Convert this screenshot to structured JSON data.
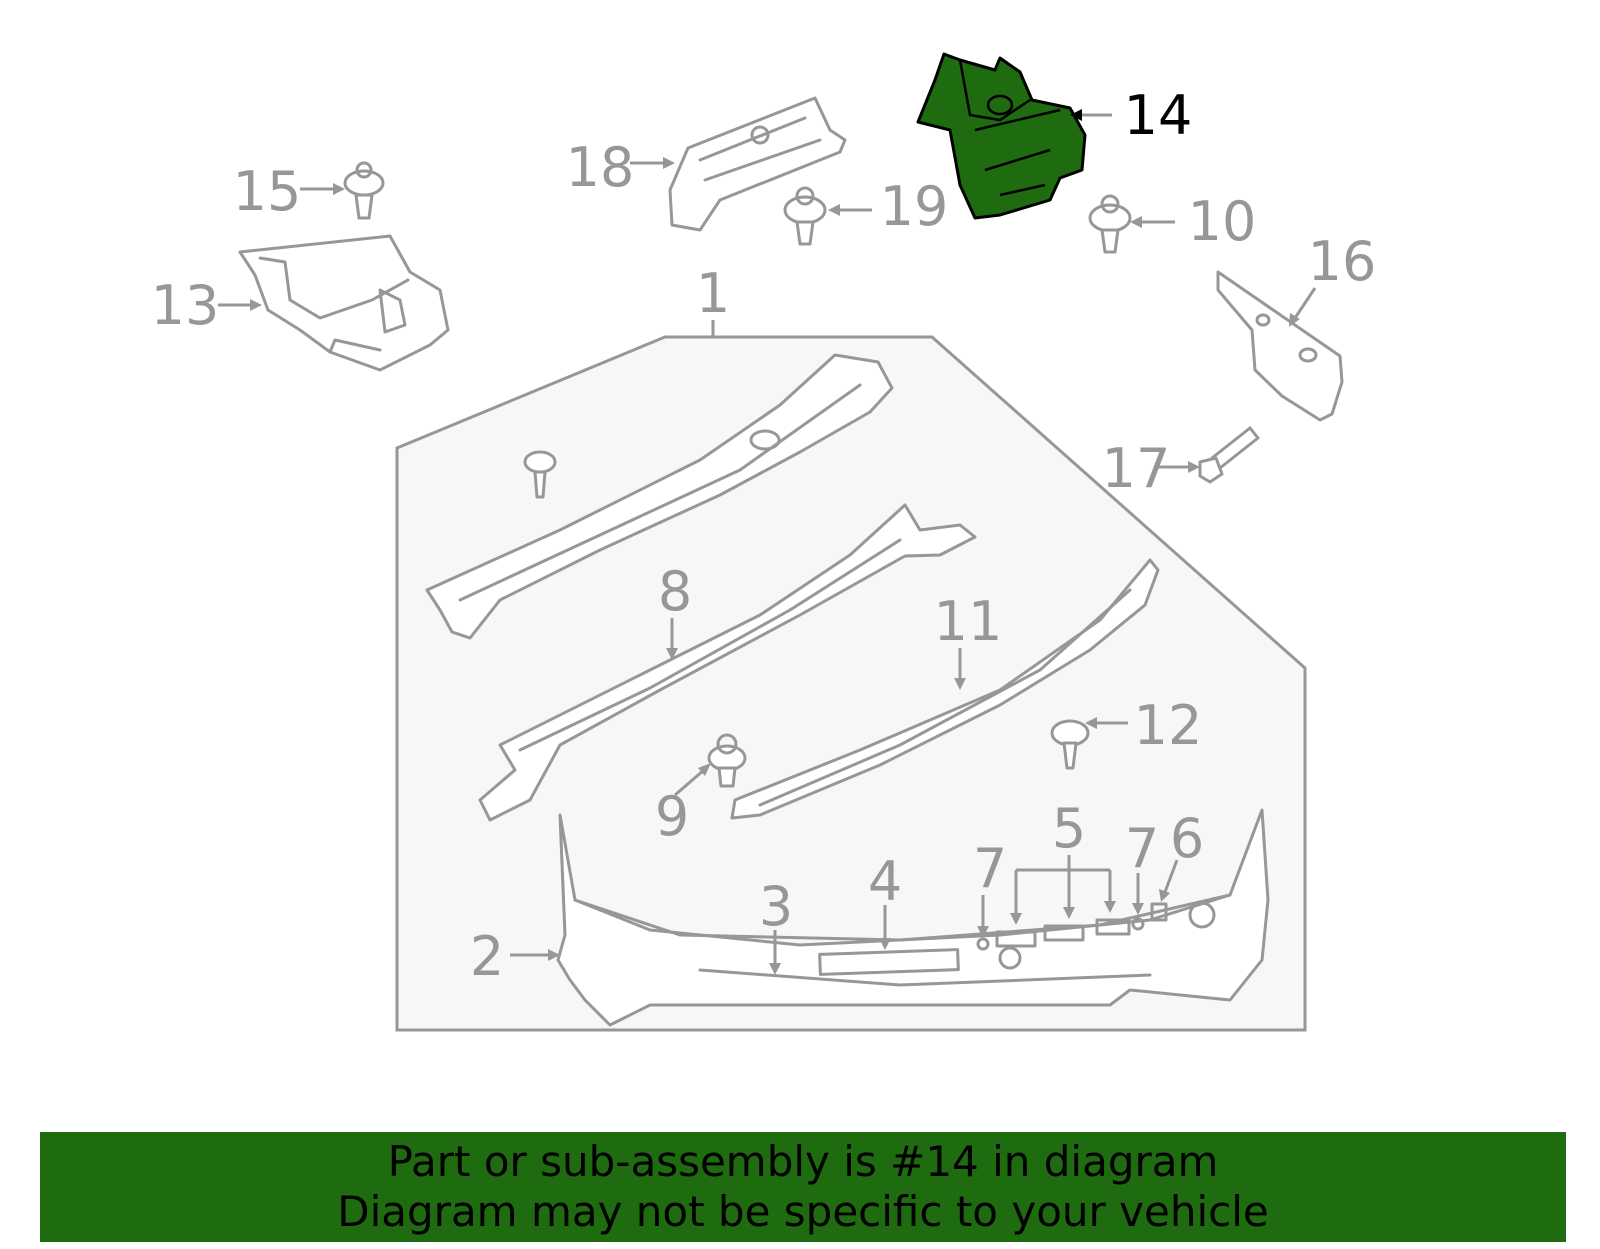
{
  "diagram": {
    "highlight_color": "#1f6b10",
    "callouts": {
      "c1": "1",
      "c2": "2",
      "c3": "3",
      "c4": "4",
      "c5": "5",
      "c6": "6",
      "c7a": "7",
      "c7b": "7",
      "c8": "8",
      "c9": "9",
      "c10": "10",
      "c11": "11",
      "c12": "12",
      "c13": "13",
      "c14": "14",
      "c15": "15",
      "c16": "16",
      "c17": "17",
      "c18": "18",
      "c19": "19"
    }
  },
  "banner": {
    "line1": "Part or sub-assembly is #14 in diagram",
    "line2": "Diagram may not be specific to your vehicle",
    "background": "#1f6b10"
  }
}
